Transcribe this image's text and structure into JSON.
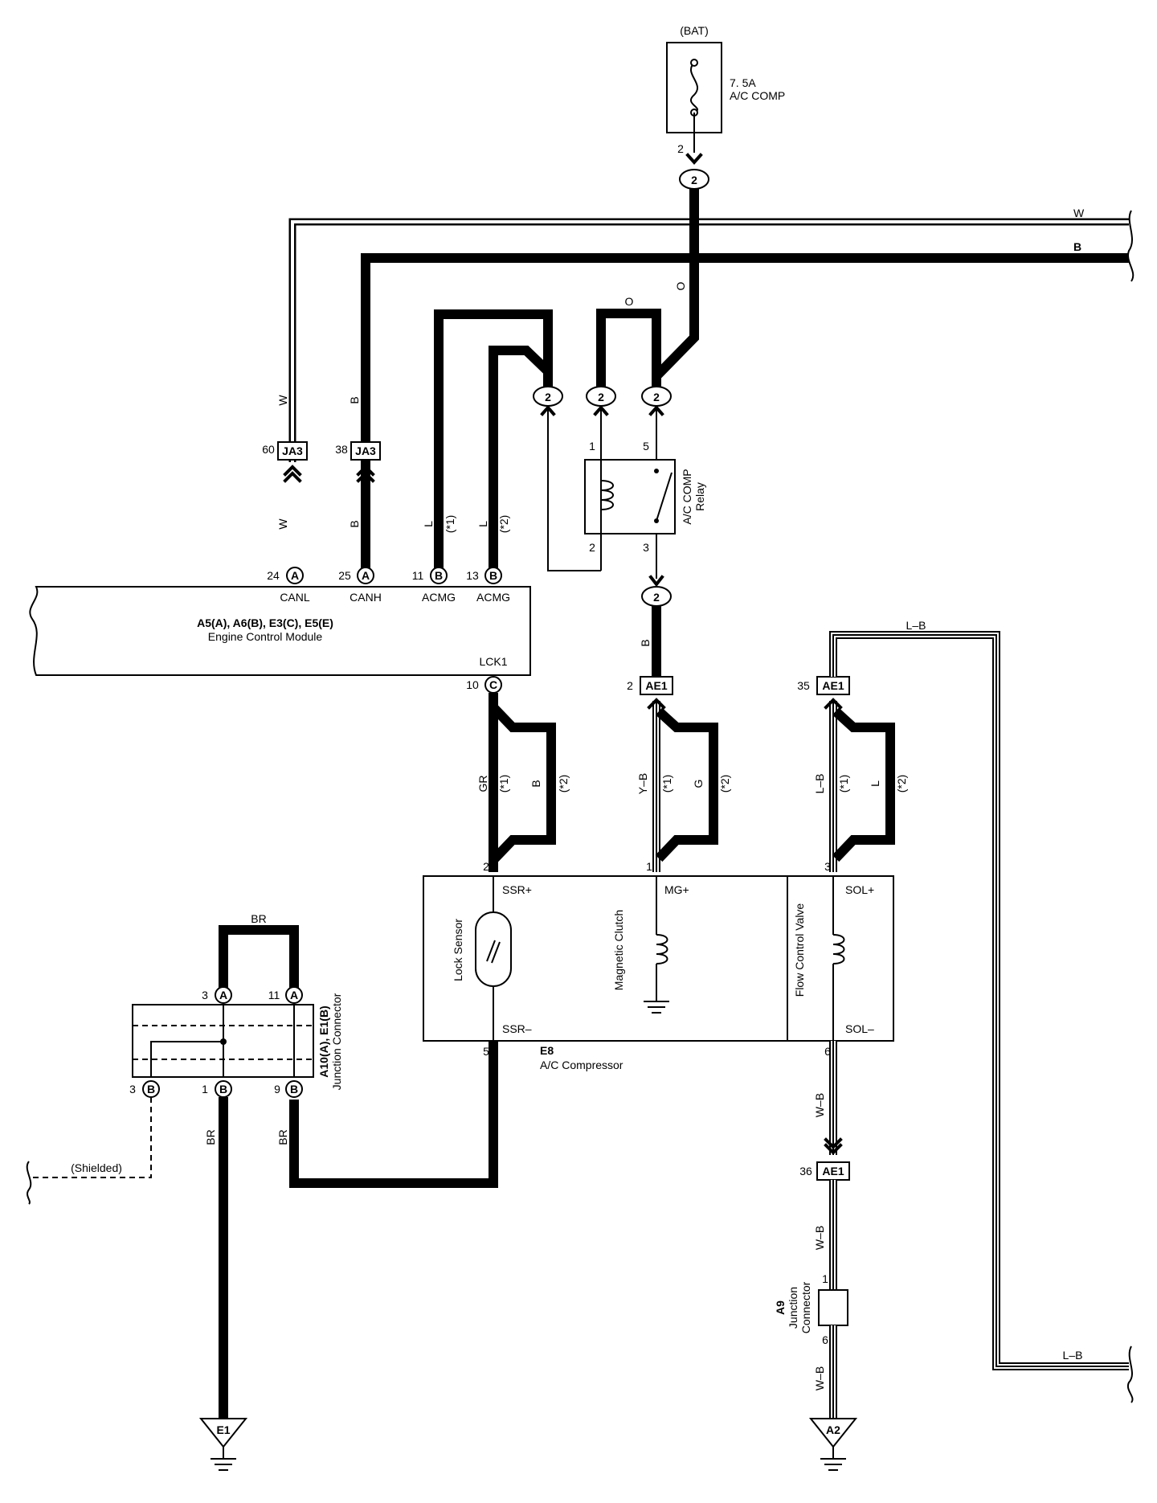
{
  "fuse": {
    "source": "(BAT)",
    "rating": "7. 5A",
    "name": "A/C COMP",
    "pin": "2"
  },
  "junction_pins": {
    "j2": "2"
  },
  "wires": {
    "w": "W",
    "b": "B",
    "o": "O",
    "l": "L",
    "gr": "GR",
    "yb": "Y–B",
    "g": "G",
    "lb": "L–B",
    "br": "BR",
    "wb": "W–B"
  },
  "variants": {
    "v1": "(*1)",
    "v2": "(*2)"
  },
  "ja3": {
    "label": "JA3",
    "pin_w": "60",
    "pin_b": "38"
  },
  "relay": {
    "name": "A/C COMP",
    "name2": "Relay",
    "pin1": "1",
    "pin2": "2",
    "pin3": "3",
    "pin5": "5"
  },
  "ecm": {
    "title": "A5(A), A6(B), E3(C), E5(E)",
    "subtitle": "Engine Control Module",
    "terminals": [
      {
        "pin": "24",
        "conn": "A",
        "name": "CANL"
      },
      {
        "pin": "25",
        "conn": "A",
        "name": "CANH"
      },
      {
        "pin": "11",
        "conn": "B",
        "name": "ACMG"
      },
      {
        "pin": "13",
        "conn": "B",
        "name": "ACMG"
      }
    ],
    "lck": {
      "pin": "10",
      "conn": "C",
      "name": "LCK1"
    }
  },
  "ae1": {
    "label": "AE1",
    "pin_mg": "2",
    "pin_sol": "35",
    "pin_gnd": "36"
  },
  "compressor": {
    "id": "E8",
    "name": "A/C Compressor",
    "lock_sensor": "Lock Sensor",
    "magnetic_clutch": "Magnetic Clutch",
    "flow_control_valve": "Flow Control Valve",
    "ssr_plus": "SSR+",
    "ssr_minus": "SSR–",
    "mg_plus": "MG+",
    "sol_plus": "SOL+",
    "sol_minus": "SOL–",
    "pin_ssr_plus": "2",
    "pin_mg": "1",
    "pin_sol": "3",
    "pin_ssr_minus": "5",
    "pin_sol_minus": "6"
  },
  "a10": {
    "id": "A10(A), E1(B)",
    "name": "Junction Connector",
    "pin3a": "3",
    "pin11a": "11",
    "pin3b": "3",
    "pin1b": "1",
    "pin9b": "9",
    "conn_a": "A",
    "conn_b": "B"
  },
  "shielded": "(Shielded)",
  "a9": {
    "id": "A9",
    "name": "Junction Connector",
    "pin1": "1",
    "pin6": "6"
  },
  "grounds": {
    "e1": "E1",
    "a2": "A2"
  }
}
